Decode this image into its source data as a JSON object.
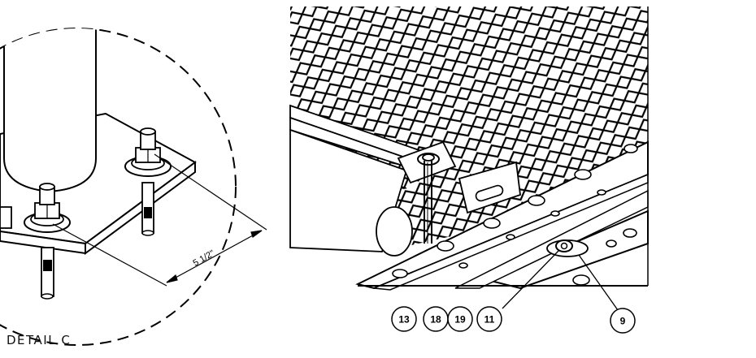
{
  "detail": {
    "label": "DETAIL  C",
    "dimension": "5 1/2\""
  },
  "callouts": {
    "group": [
      "13",
      "18",
      "19",
      "11"
    ],
    "single": "9"
  },
  "colors": {
    "line": "#000000",
    "paper": "#ffffff"
  }
}
